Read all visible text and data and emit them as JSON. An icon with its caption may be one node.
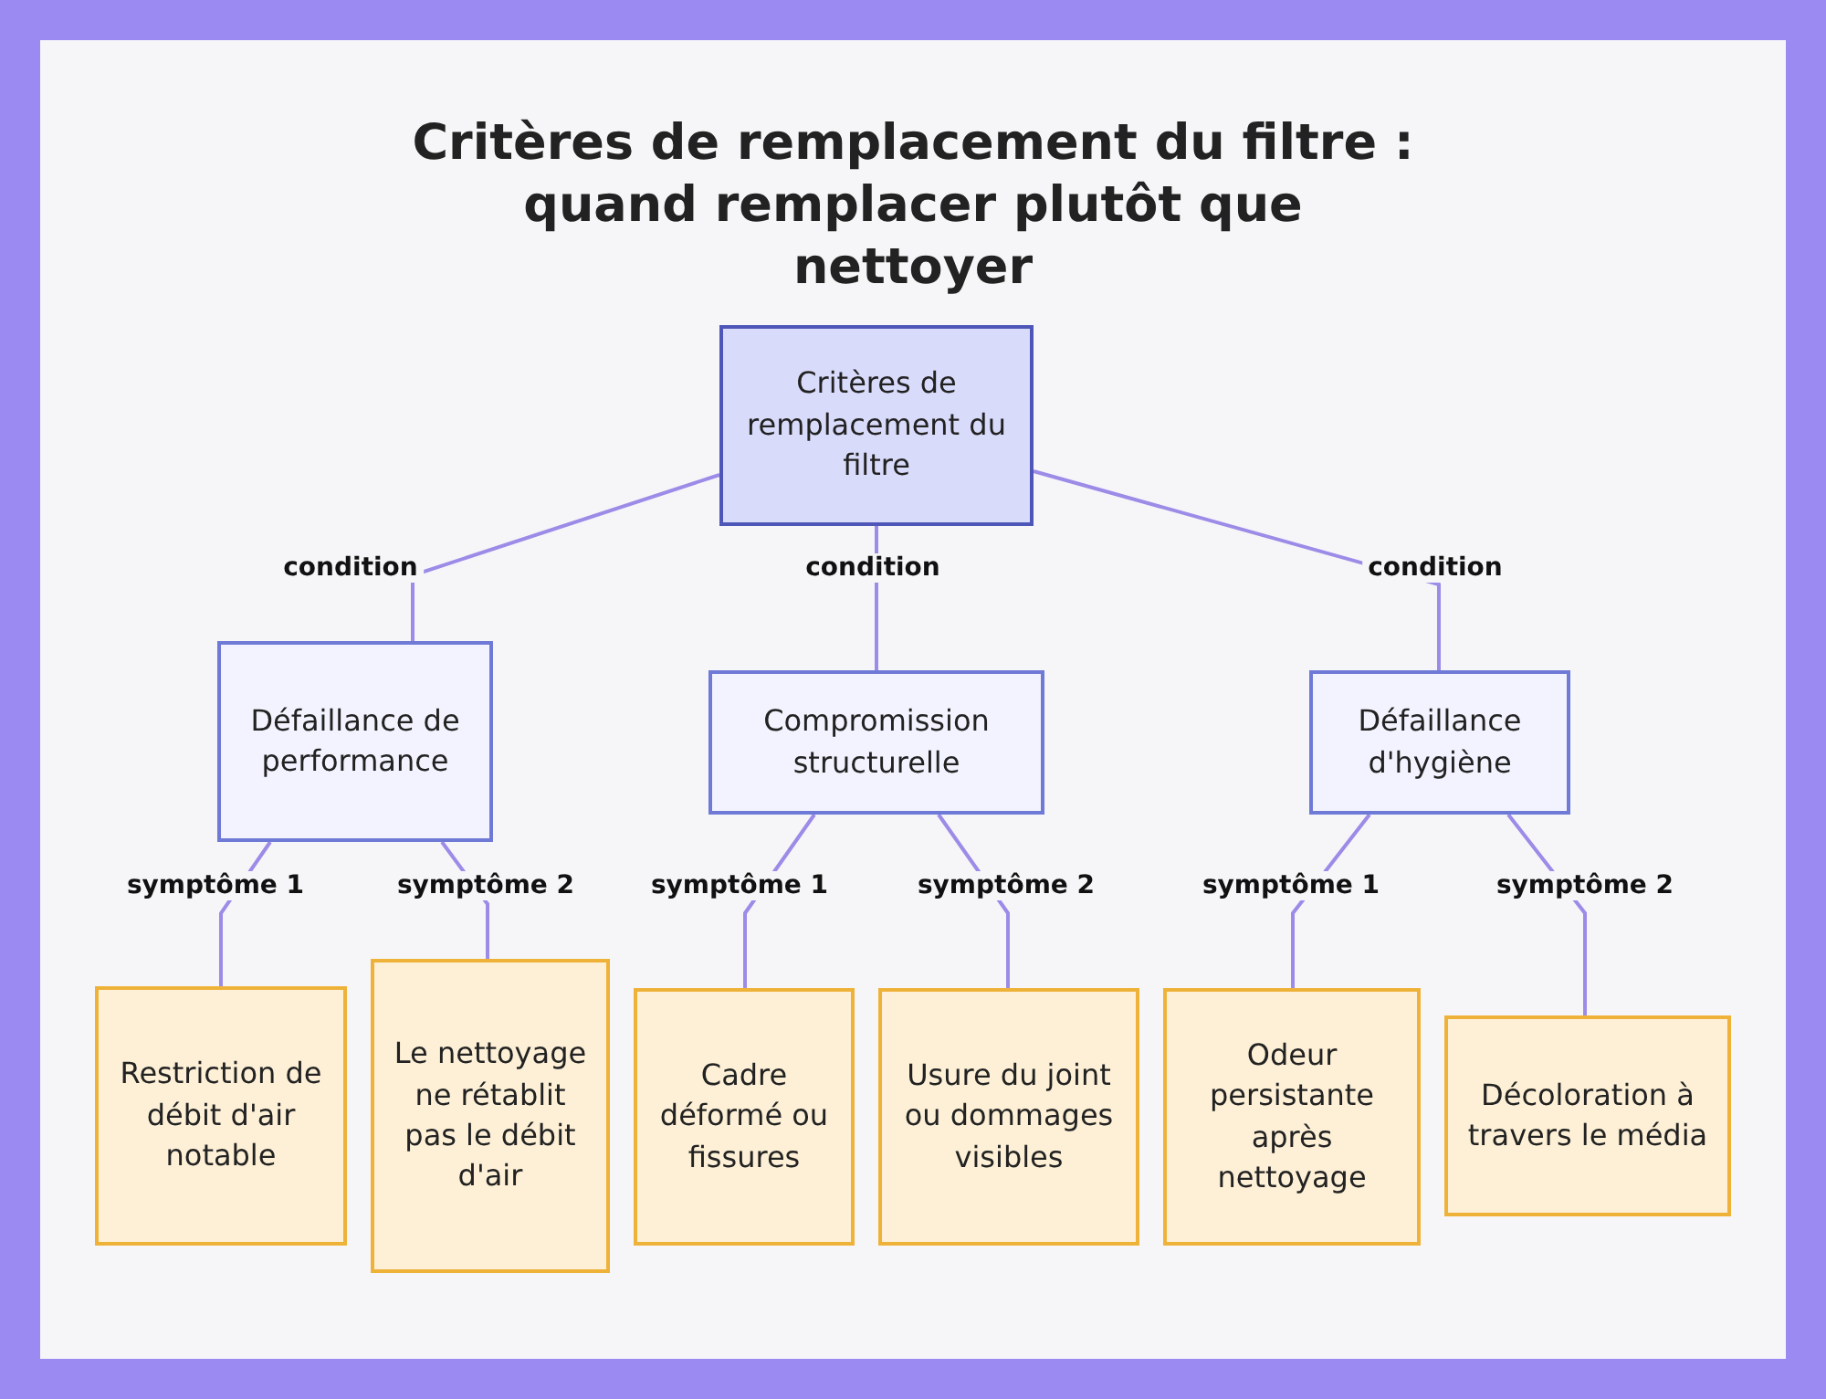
{
  "diagram": {
    "title": "Critères de remplacement du filtre : quand remplacer plutôt que nettoyer",
    "nodes": [
      {
        "text": [
          "Critères de remplacement du filtre"
        ]
      },
      {
        "text": [
          "Défaillance de performance"
        ]
      },
      {
        "text": [
          "Compromission structurelle"
        ]
      },
      {
        "text": [
          "Défaillance d'hygiène"
        ]
      },
      {
        "text": [
          "Restriction de débit d'air notable"
        ]
      },
      {
        "text": [
          "Le nettoyage ne rétablit pas le débit d'air"
        ]
      },
      {
        "text": [
          "Cadre déformé ou fissures"
        ]
      },
      {
        "text": [
          "Usure du joint ou dommages visibles"
        ]
      },
      {
        "text": [
          "Odeur persistante après nettoyage"
        ]
      },
      {
        "text": [
          "Décoloration à travers le média"
        ]
      }
    ],
    "edges": [
      {
        "from": 0,
        "to": 1,
        "arrow": "none",
        "label": "condition"
      },
      {
        "from": 0,
        "to": 2,
        "arrow": "none",
        "label": "condition"
      },
      {
        "from": 0,
        "to": 3,
        "arrow": "none",
        "label": "condition"
      },
      {
        "from": 1,
        "to": 4,
        "arrow": "none",
        "label": "symptôme 1"
      },
      {
        "from": 1,
        "to": 5,
        "arrow": "none",
        "label": "symptôme 2"
      },
      {
        "from": 2,
        "to": 6,
        "arrow": "none",
        "label": "symptôme 1"
      },
      {
        "from": 2,
        "to": 7,
        "arrow": "none",
        "label": "symptôme 2"
      },
      {
        "from": 3,
        "to": 8,
        "arrow": "none",
        "label": "symptôme 1"
      },
      {
        "from": 3,
        "to": 9,
        "arrow": "none",
        "label": "symptôme 2"
      }
    ]
  }
}
